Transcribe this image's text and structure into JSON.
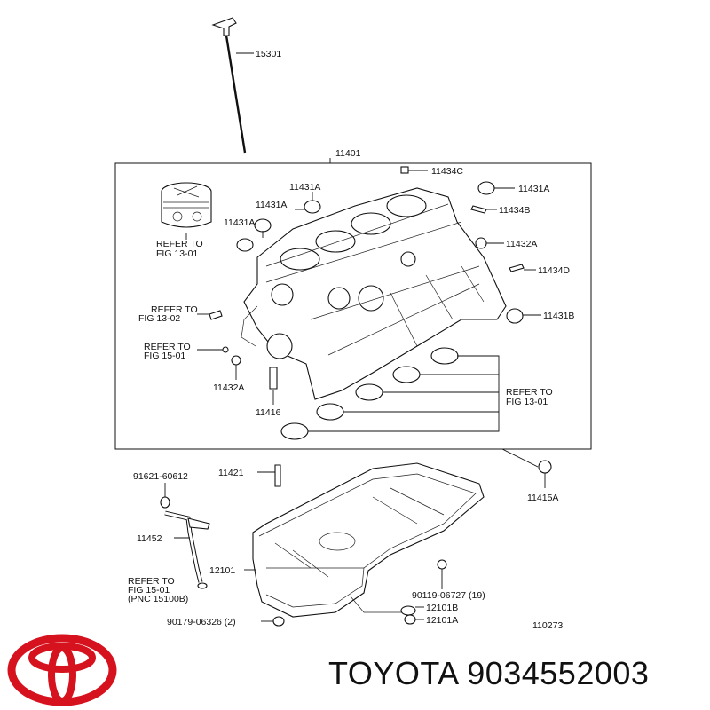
{
  "diagram": {
    "labels": {
      "p15301": "15301",
      "p11401": "11401",
      "p11434c": "11434C",
      "p11431a_1": "11431A",
      "p11431a_2": "11431A",
      "p11431a_3": "11431A",
      "p11431a_4": "11431A",
      "p11434b": "11434B",
      "p11432a_1": "11432A",
      "p11434d": "11434D",
      "p11431b": "11431B",
      "p11432a_2": "11432A",
      "p11416": "11416",
      "p11421": "11421",
      "p11415a": "11415A",
      "p91621": "91621-60612",
      "p11452": "11452",
      "p12101": "12101",
      "p12101b": "12101B",
      "p12101a": "12101A",
      "p90119": "90119-06727 (19)",
      "p90179": "90179-06326 (2)",
      "p110273": "110273",
      "refer1_a": "REFER TO",
      "refer1_b": "FIG 13-01",
      "refer2_a": "REFER TO",
      "refer2_b": "FIG 13-02",
      "refer3_a": "REFER TO",
      "refer3_b": "FIG 15-01",
      "refer4_a": "REFER TO",
      "refer4_b": "FIG 13-01",
      "refer5_a": "REFER TO",
      "refer5_b": "FIG 15-01",
      "refer5_c": "(PNC 15100B)"
    }
  },
  "brand": {
    "text": "TOYOTA 9034552003",
    "logo_color": "#d5121d"
  }
}
